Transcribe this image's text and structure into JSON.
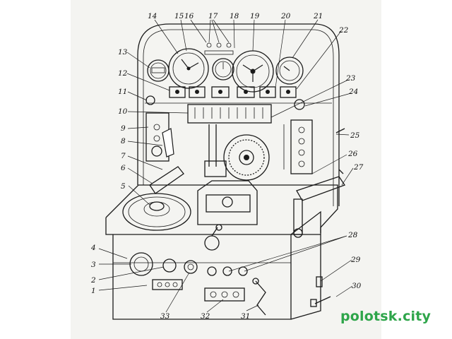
{
  "diagram": {
    "callouts": [
      "1",
      "2",
      "3",
      "4",
      "5",
      "6",
      "7",
      "8",
      "9",
      "10",
      "11",
      "12",
      "13",
      "14",
      "15",
      "16",
      "17",
      "18",
      "19",
      "20",
      "21",
      "22",
      "23",
      "24",
      "25",
      "26",
      "27",
      "28",
      "29",
      "30",
      "31",
      "32",
      "33"
    ]
  },
  "watermark": {
    "text": "polotsk.city",
    "color": "#2ea54a"
  }
}
